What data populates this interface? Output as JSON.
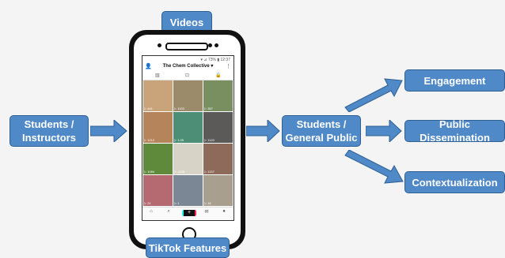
{
  "labels": {
    "videos": "Videos",
    "tiktok_features": "TikTok Features",
    "students_instructors": "Students /\nInstructors",
    "students_general_public": "Students /\nGeneral Public",
    "engagement": "Engagement",
    "public_dissemination": "Public Dissemination",
    "contextualization": "Contextualization"
  },
  "phone": {
    "status": "▾ ⊿ 73% ▮ 12:37",
    "title": "The Chem Collective ▾",
    "tab_grid": "▥",
    "tab_repost": "⊡",
    "tab_lock": "🔒",
    "nav": {
      "home": "⌂",
      "discover": "⌕",
      "plus": "+",
      "inbox": "✉",
      "me": "●"
    },
    "tiles": [
      {
        "color": "#c9a37a",
        "caption": "▷ 441"
      },
      {
        "color": "#9b8b6a",
        "caption": "▷ 1193"
      },
      {
        "color": "#7a8f5f",
        "caption": "▷ 357"
      },
      {
        "color": "#b6845a",
        "caption": "▷ 1212"
      },
      {
        "color": "#4d8f76",
        "caption": "▷ 1.05"
      },
      {
        "color": "#5c5a58",
        "caption": "▷ 1120"
      },
      {
        "color": "#5f8a3c",
        "caption": "▷ 1084"
      },
      {
        "color": "#d7d3c6",
        "caption": "▷ 1205"
      },
      {
        "color": "#8d6a5a",
        "caption": "▷ 1157"
      },
      {
        "color": "#b56a72",
        "caption": "▷ 21"
      },
      {
        "color": "#7b8794",
        "caption": "▷ 1"
      },
      {
        "color": "#a99f8e",
        "caption": "▷ 18"
      }
    ]
  },
  "colors": {
    "box_fill": "#4f89c7",
    "box_border": "#2f5f93",
    "arrow_fill": "#4f89c7"
  }
}
